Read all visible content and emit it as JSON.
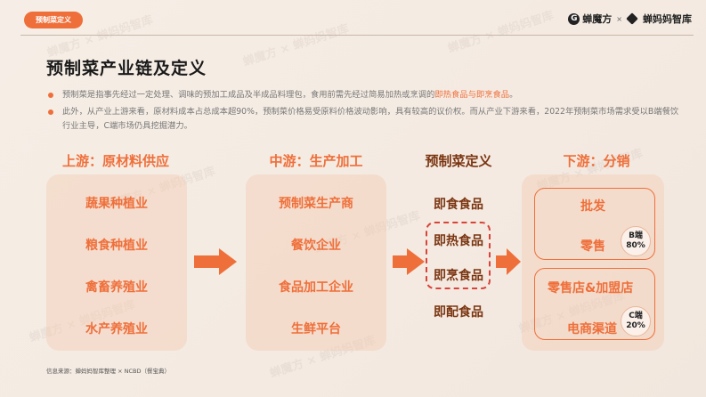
{
  "header": {
    "tag": "预制菜定义",
    "brand": {
      "left": "蝉魔方",
      "separator": "×",
      "right": "蝉妈妈智库"
    }
  },
  "title": "预制菜产业链及定义",
  "bullets": [
    {
      "text_before": "预制菜是指事先经过一定处理、调味的预加工成品及半成品料理包，食用前需先经过简易加热或烹调的",
      "highlight": "即热食品与即烹食品",
      "text_after": "。"
    },
    {
      "text_before": "此外，从产业上游来看，原材料成本占总成本超90%，预制菜价格易受原料价格波动影响，具有较高的议价权。而从产业下游来看，2022年预制菜市场需求受以B端餐饮行业主导，C端市场仍具挖掘潜力。",
      "highlight": "",
      "text_after": ""
    }
  ],
  "diagram": {
    "upstream": {
      "heading": "上游：原材料供应",
      "items": [
        "蔬果种植业",
        "粮食种植业",
        "禽畜养殖业",
        "水产养殖业"
      ]
    },
    "midstream": {
      "heading": "中游：生产加工",
      "items": [
        "预制菜生产商",
        "餐饮企业",
        "食品加工企业",
        "生鲜平台"
      ]
    },
    "definition": {
      "heading": "预制菜定义",
      "items": [
        "即食食品",
        "即热食品",
        "即烹食品",
        "即配食品"
      ],
      "highlighted": [
        "即热食品",
        "即烹食品"
      ]
    },
    "downstream": {
      "heading": "下游：分销",
      "groups": [
        {
          "items": [
            "批发",
            "零售"
          ],
          "badge_label": "B端",
          "badge_value": "80%"
        },
        {
          "items": [
            "零售店&加盟店",
            "电商渠道"
          ],
          "badge_label": "C端",
          "badge_value": "20%"
        }
      ]
    }
  },
  "footer": {
    "source": "信息来源：蝉妈妈智库整理 × NCBD（餐宝典）"
  },
  "colors": {
    "accent": "#ef6f3a",
    "dark_accent": "#7a3410",
    "dash": "#d8443a",
    "background": "#f4ebe3"
  },
  "watermark": "蝉魔方 × 蝉妈妈智库"
}
